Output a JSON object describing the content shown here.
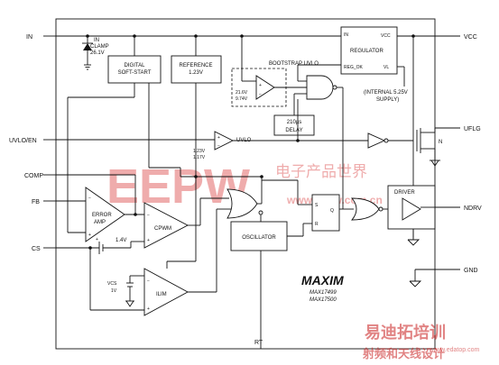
{
  "pins": {
    "in": "IN",
    "uvlo_en": "UVLO/EN",
    "comp": "COMP",
    "fb": "FB",
    "cs": "CS",
    "rt": "RT",
    "vcc": "VCC",
    "uflg": "UFLG",
    "ndrv": "NDRV",
    "gnd": "GND"
  },
  "blocks": {
    "in_clamp": [
      "IN",
      "CLAMP",
      "26.1V"
    ],
    "digital_soft_start": [
      "DIGITAL",
      "SOFT-START"
    ],
    "reference": [
      "REFERENCE",
      "1.23V"
    ],
    "regulator": {
      "title": "REGULATOR",
      "in": "IN",
      "vcc": "VCC",
      "reg_ok": "REG_OK",
      "vl": "VL",
      "note": [
        "(INTERNAL 5.25V",
        "SUPPLY)"
      ]
    },
    "bootstrap_uvlo": "BOOTSTRAP UVLO",
    "bootstrap_thresholds": [
      "21.6V",
      "9.74V"
    ],
    "delay": [
      "210µs",
      "DELAY"
    ],
    "uvlo_comparator": {
      "label": "UVLO",
      "thresholds": [
        "1.23V",
        "1.17V"
      ]
    },
    "error_amp": [
      "ERROR",
      "AMP"
    ],
    "cpwm": "CPWM",
    "ilim": "ILIM",
    "ilim_ref": [
      "VCS",
      "1V"
    ],
    "cs_offset": "1.4V",
    "oscillator": "OSCILLATOR",
    "driver": "DRIVER",
    "latch": {
      "s": "S",
      "r": "R",
      "q": "Q"
    },
    "uflg_fet": "N"
  },
  "brand": {
    "logo": "MAXIM",
    "parts": [
      "MAX17499",
      "MAX17500"
    ]
  },
  "watermark": {
    "text": "EEPW",
    "cn_title": "电子产品世界",
    "url": "www.eepw.com.cn",
    "stamp": "易迪拓培训",
    "stamp_sub": "射频和天线设计",
    "stamp_url": "www.edatop.com"
  }
}
